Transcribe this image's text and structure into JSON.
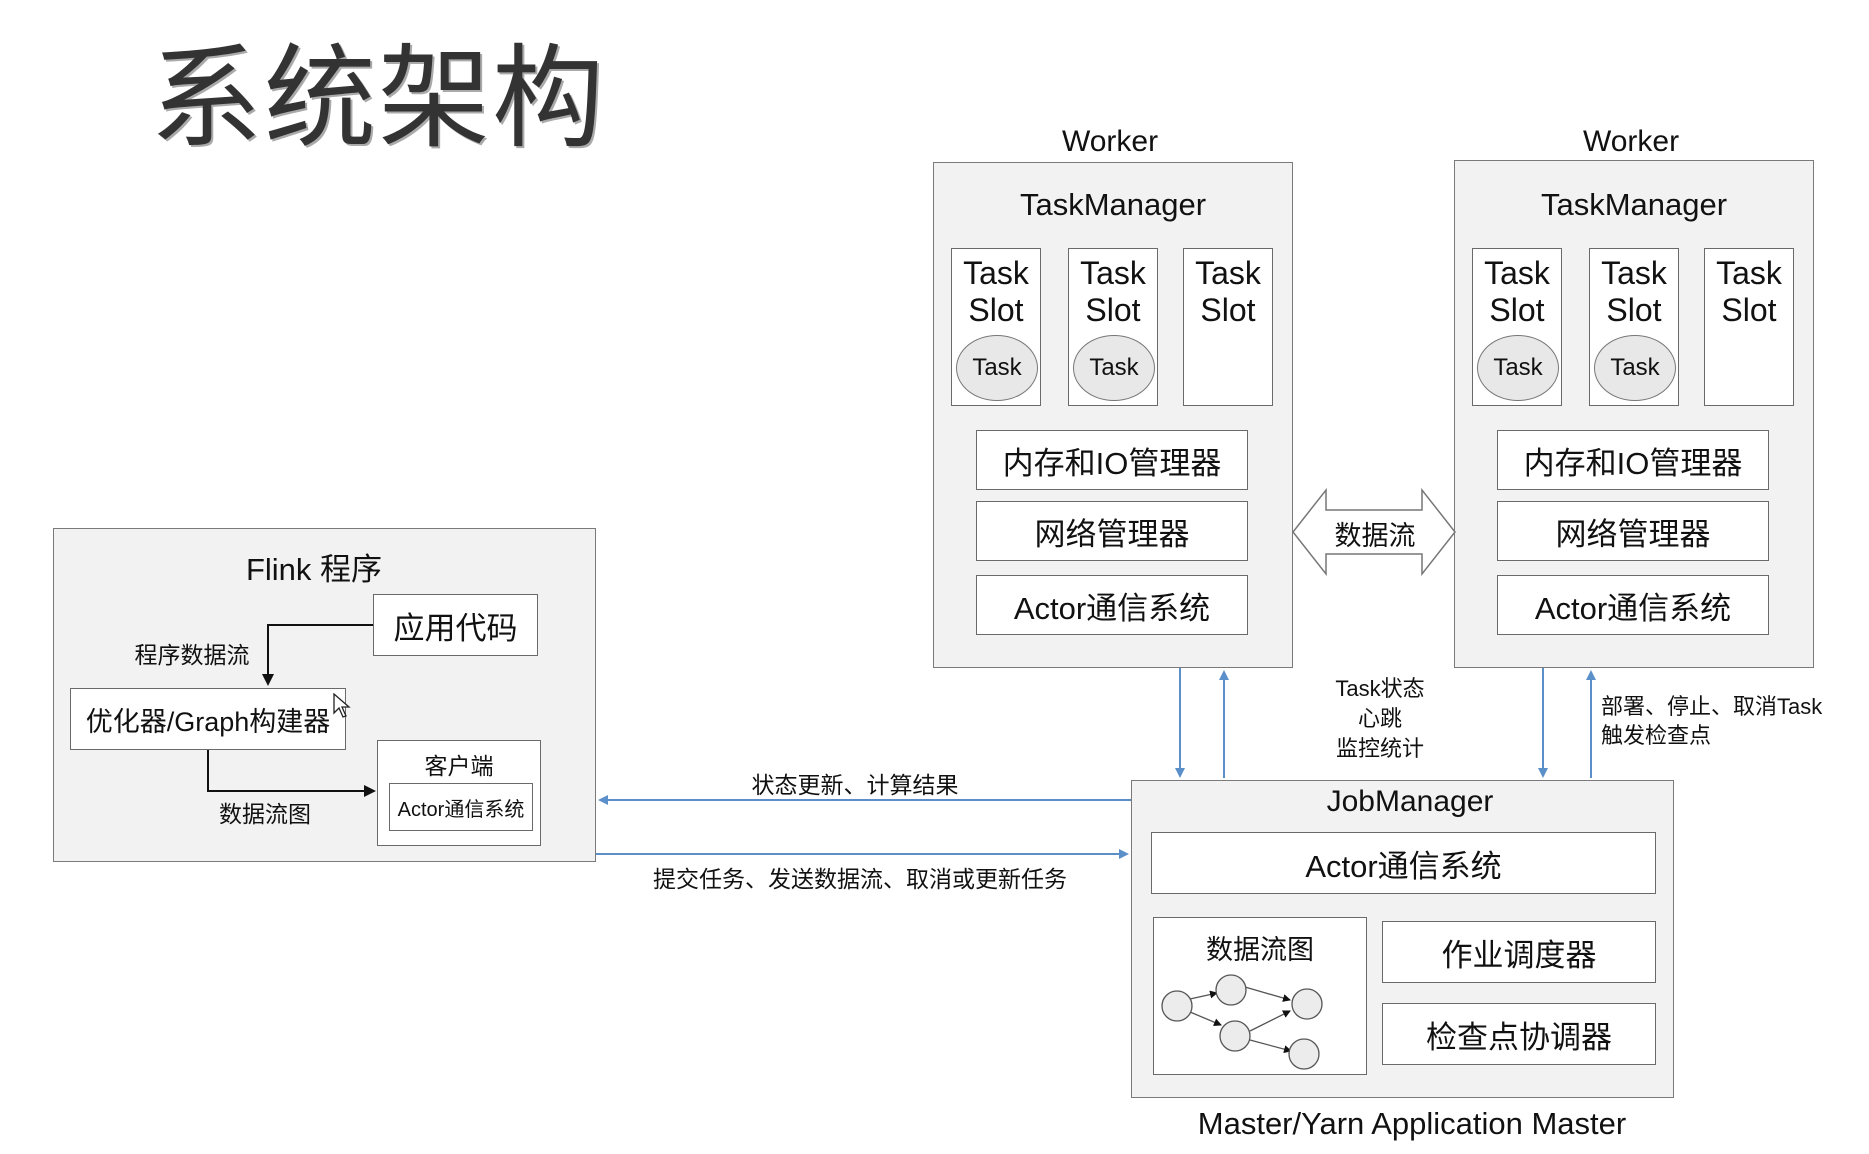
{
  "title": "系统架构",
  "workers": [
    {
      "label": "Worker",
      "taskmanager": "TaskManager",
      "slots": [
        {
          "line1": "Task",
          "line2": "Slot",
          "task": "Task"
        },
        {
          "line1": "Task",
          "line2": "Slot",
          "task": "Task"
        },
        {
          "line1": "Task",
          "line2": "Slot",
          "task": null
        }
      ],
      "memory": "内存和IO管理器",
      "network": "网络管理器",
      "actor": "Actor通信系统"
    },
    {
      "label": "Worker",
      "taskmanager": "TaskManager",
      "slots": [
        {
          "line1": "Task",
          "line2": "Slot",
          "task": "Task"
        },
        {
          "line1": "Task",
          "line2": "Slot",
          "task": "Task"
        },
        {
          "line1": "Task",
          "line2": "Slot",
          "task": null
        }
      ],
      "memory": "内存和IO管理器",
      "network": "网络管理器",
      "actor": "Actor通信系统"
    }
  ],
  "dataflow_between_workers": "数据流",
  "task_status_note": [
    "Task状态",
    "心跳",
    "监控统计"
  ],
  "deploy_note": [
    "部署、停止、取消Task",
    "触发检查点"
  ],
  "flink_program": {
    "title": "Flink 程序",
    "app_code": "应用代码",
    "program_dataflow": "程序数据流",
    "optimizer": "优化器/Graph构建器",
    "dataflow_graph": "数据流图",
    "client": "客户端",
    "client_actor": "Actor通信系统"
  },
  "arrows": {
    "status_update": "状态更新、计算结果",
    "submit": "提交任务、发送数据流、取消或更新任务"
  },
  "jobmanager": {
    "title": "JobManager",
    "actor": "Actor通信系统",
    "dataflow_graph": "数据流图",
    "scheduler": "作业调度器",
    "checkpoint": "检查点协调器",
    "footer": "Master/Yarn Application Master"
  },
  "colors": {
    "arrow_blue": "#5b8fc9",
    "panel_bg": "#f2f2f2",
    "border": "#6a6a6a"
  }
}
